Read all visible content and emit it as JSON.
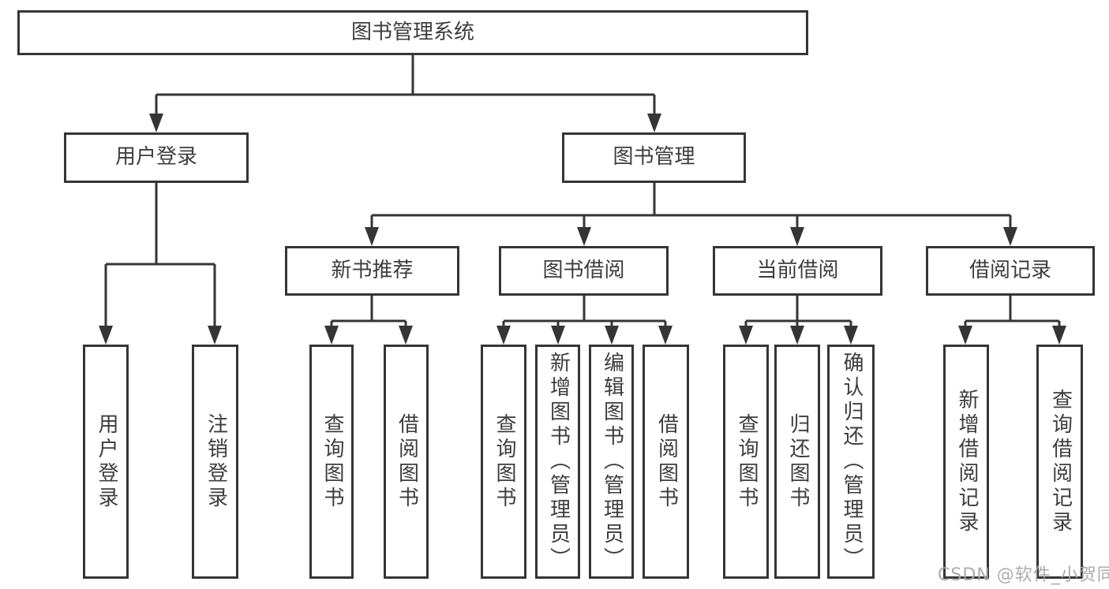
{
  "diagram": {
    "colors": {
      "line": "#353537",
      "box_border": "#353537",
      "text": "#3d3d3f",
      "watermark": "#a5a8ac",
      "background": "#ffffff"
    },
    "watermark": "CSDN @软件_小贺同学",
    "nodes": {
      "root": {
        "label": "图书管理系统"
      },
      "level2": [
        {
          "label": "用户登录"
        },
        {
          "label": "图书管理"
        }
      ],
      "level3": [
        {
          "label": "新书推荐",
          "parent": "图书管理"
        },
        {
          "label": "图书借阅",
          "parent": "图书管理"
        },
        {
          "label": "当前借阅",
          "parent": "图书管理"
        },
        {
          "label": "借阅记录",
          "parent": "图书管理"
        }
      ],
      "leaves": [
        {
          "label": "用户登录",
          "parent": "用户登录"
        },
        {
          "label": "注销登录",
          "parent": "用户登录"
        },
        {
          "label": "查询图书",
          "parent": "新书推荐"
        },
        {
          "label": "借阅图书",
          "parent": "新书推荐"
        },
        {
          "label": "查询图书",
          "parent": "图书借阅"
        },
        {
          "label": "新增图书（管理员）",
          "parent": "图书借阅"
        },
        {
          "label": "编辑图书（管理员）",
          "parent": "图书借阅"
        },
        {
          "label": "借阅图书",
          "parent": "图书借阅"
        },
        {
          "label": "查询图书",
          "parent": "当前借阅"
        },
        {
          "label": "归还图书",
          "parent": "当前借阅"
        },
        {
          "label": "确认归还（管理员）",
          "parent": "当前借阅"
        },
        {
          "label": "新增借阅记录",
          "parent": "借阅记录"
        },
        {
          "label": "查询借阅记录",
          "parent": "借阅记录"
        }
      ]
    }
  }
}
